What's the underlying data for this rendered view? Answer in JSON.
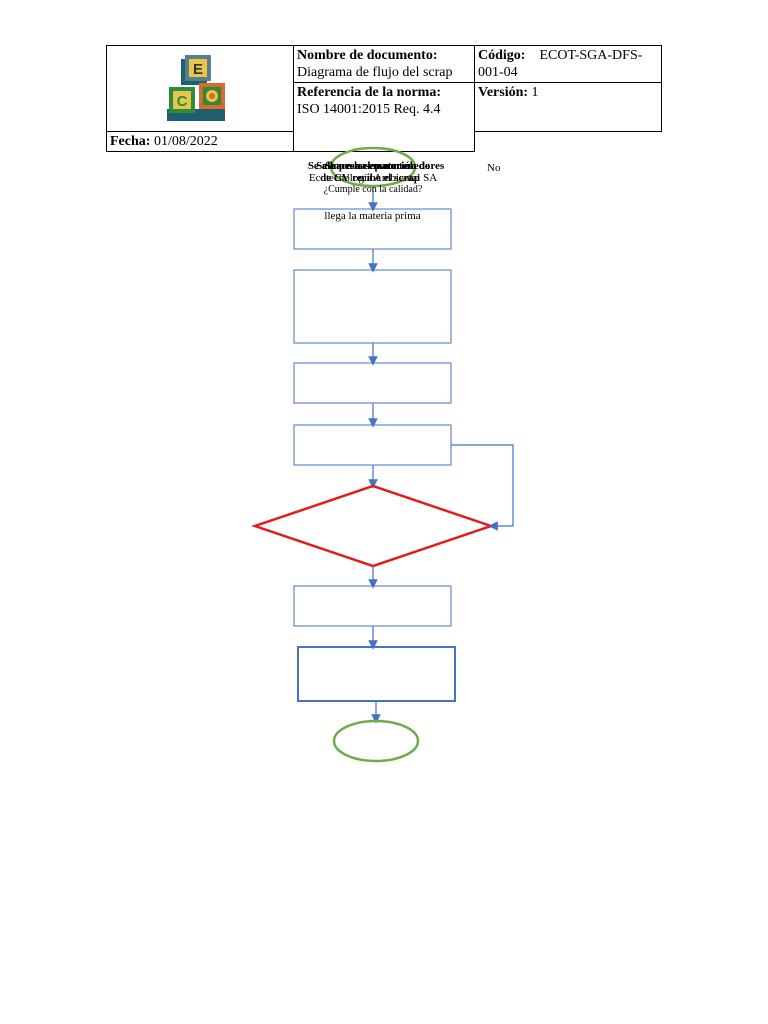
{
  "header": {
    "doc_name_label": "Nombre de documento:",
    "doc_name_value": "Diagrama de flujo del scrap",
    "code_label": "Código:",
    "code_value": "ECOT-SGA-DFS-001-04",
    "norm_label": "Referencia de la norma:",
    "norm_value": "ISO 14001:2015 Req. 4.4",
    "version_label": "Versión:",
    "version_value": "1",
    "date_label": "Fecha:",
    "date_value": "01/08/2022"
  },
  "logo": {
    "letters": [
      "E",
      "C",
      "O"
    ],
    "colors": {
      "green": "#2e8b3a",
      "teal": "#1f5f72",
      "orange": "#d96b2b",
      "yellow": "#e7c44a"
    }
  },
  "flow": {
    "overlapped_texts": [
      "Se hace la separación de",
      "Ecotecnología Ambiental SA",
      "de CV recibe el scrap",
      "Se pesa el material",
      "Se almacena en contenedores",
      "¿Cumple con la calidad?"
    ],
    "first_box_text": "llega la materia prima",
    "decision_no_label": "No",
    "colors": {
      "box_stroke": "#4472c4",
      "decision_stroke": "#e31b1b",
      "terminal_stroke": "#70ad47",
      "arrow": "#4472c4"
    }
  }
}
